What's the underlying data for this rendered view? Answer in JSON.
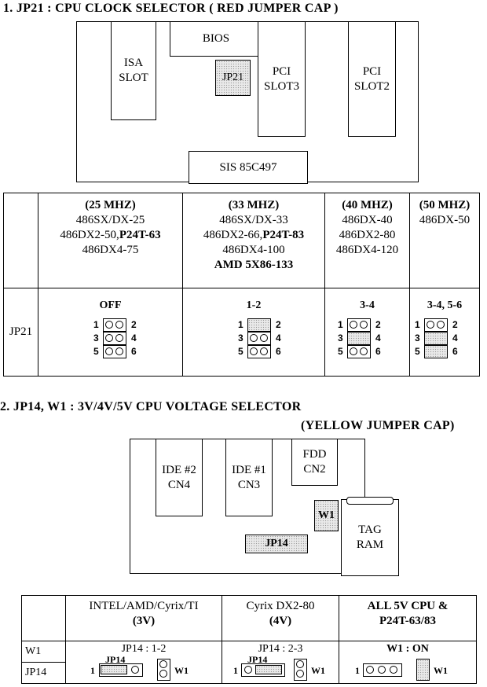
{
  "section1": {
    "heading": "1. JP21 : CPU CLOCK SELECTOR ( RED JUMPER CAP )",
    "board": {
      "isa": [
        "ISA",
        "SLOT"
      ],
      "bios": "BIOS",
      "jp21": "JP21",
      "pci3": [
        "PCI",
        "SLOT3"
      ],
      "pci2": [
        "PCI",
        "SLOT2"
      ],
      "sis": "SIS 85C497"
    },
    "table": {
      "row_label": "JP21",
      "cols": [
        {
          "speed": "(25 MHZ)",
          "cpus": [
            "486SX/DX-25",
            "486DX2-50,",
            "P24T-63",
            "486DX4-75"
          ],
          "setting": "OFF",
          "pins": [
            "1",
            "2",
            "3",
            "4",
            "5",
            "6"
          ]
        },
        {
          "speed": "(33 MHZ)",
          "cpus": [
            "486SX/DX-33",
            "486DX2-66,",
            "P24T-83",
            "486DX4-100",
            "AMD 5X86-133"
          ],
          "setting": "1-2",
          "pins": [
            "1",
            "2",
            "3",
            "4",
            "5",
            "6"
          ]
        },
        {
          "speed": "(40 MHZ)",
          "cpus": [
            "486DX-40",
            "486DX2-80",
            "486DX4-120"
          ],
          "setting": "3-4",
          "pins": [
            "1",
            "2",
            "3",
            "4",
            "5",
            "6"
          ]
        },
        {
          "speed": "(50 MHZ)",
          "cpus": [
            "486DX-50"
          ],
          "setting": "3-4, 5-6",
          "pins": [
            "1",
            "2",
            "3",
            "4",
            "5",
            "6"
          ]
        }
      ]
    }
  },
  "section2": {
    "heading": "2. JP14, W1 : 3V/4V/5V CPU VOLTAGE SELECTOR",
    "subheading": "(YELLOW JUMPER CAP)",
    "board": {
      "ide2": [
        "IDE #2",
        "CN4"
      ],
      "ide1": [
        "IDE #1",
        "CN3"
      ],
      "fdd": [
        "FDD",
        "CN2"
      ],
      "w1": "W1",
      "jp14": "JP14",
      "tag": [
        "TAG",
        "RAM"
      ]
    },
    "table": {
      "rows": [
        "W1",
        "JP14"
      ],
      "cols": [
        {
          "title": "INTEL/AMD/Cyrix/TI",
          "sub": "(3V)",
          "setting": "JP14 : 1-2",
          "jp_label": "JP14",
          "pin1": "1",
          "w_label": "W1"
        },
        {
          "title": "Cyrix DX2-80",
          "sub": "(4V)",
          "setting": "JP14 : 2-3",
          "jp_label": "JP14",
          "pin1": "1",
          "w_label": "W1"
        },
        {
          "title": "ALL 5V CPU &",
          "sub": "P24T-63/83",
          "setting": "W1 : ON",
          "jp_label": "",
          "pin1": "1",
          "w_label": "W1"
        }
      ]
    }
  }
}
